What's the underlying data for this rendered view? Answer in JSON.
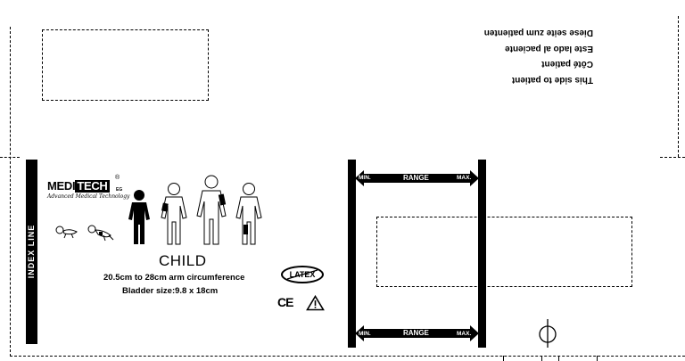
{
  "patient_side": {
    "lines": [
      "This side to patient",
      "Côté patient",
      "Este lado al paciente",
      "Diese seite zum patienten"
    ]
  },
  "index_line": {
    "label": "INDEX LINE"
  },
  "brand": {
    "name_part1": "MEDI",
    "name_part2": "TECH",
    "registered": "®",
    "suffix": "EG",
    "tagline": "Advanced Medical Technology"
  },
  "cuff": {
    "size_label": "CHILD",
    "circumference": "20.5cm to 28cm arm circumference",
    "bladder": "Bladder size:9.8 x 18cm"
  },
  "marks": {
    "latex": "LATEX",
    "ce": "CE",
    "warning": "warning-triangle-icon",
    "artery": "artery-symbol-icon"
  },
  "range_top": {
    "min": "MIN.",
    "label": "RANGE",
    "max": "MAX."
  },
  "range_bottom": {
    "min": "MIN.",
    "label": "RANGE",
    "max": "MAX."
  }
}
